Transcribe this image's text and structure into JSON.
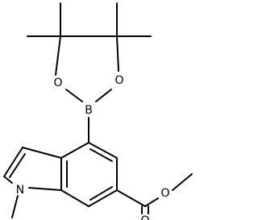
{
  "atoms": {
    "boron": "B",
    "oxygen_left": "O",
    "oxygen_right": "O",
    "nitrogen": "N",
    "ester_oxygen_single": "O",
    "ester_oxygen_double": "O"
  },
  "colors": {
    "bond": "#000000",
    "background": "#ffffff"
  }
}
